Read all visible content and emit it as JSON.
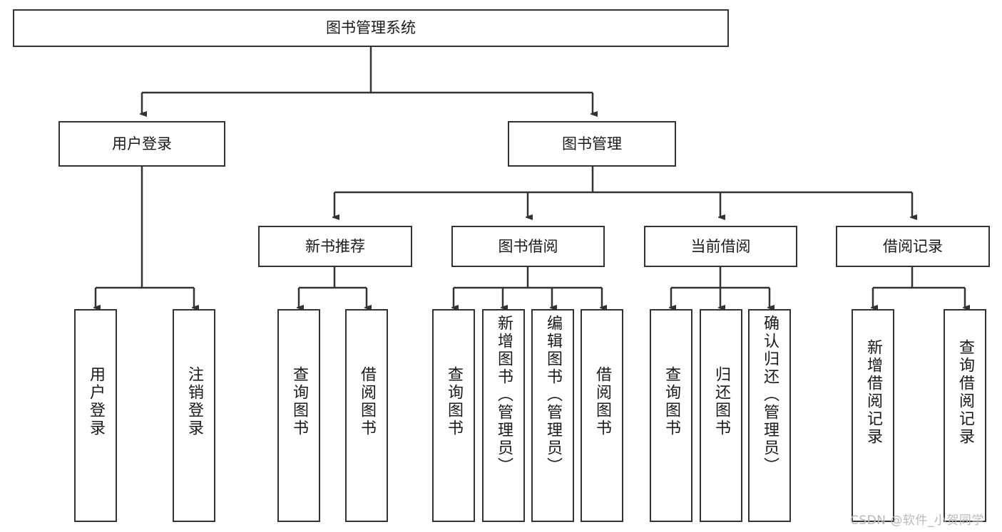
{
  "diagram": {
    "title": "图书管理系统",
    "type": "hierarchy-tree",
    "root": {
      "id": "root",
      "label": "图书管理系统"
    },
    "level2": [
      {
        "id": "user-login",
        "label": "用户登录"
      },
      {
        "id": "book-manage",
        "label": "图书管理"
      }
    ],
    "level3": [
      {
        "id": "new-book-rec",
        "label": "新书推荐",
        "parent": "book-manage"
      },
      {
        "id": "book-borrow",
        "label": "图书借阅",
        "parent": "book-manage"
      },
      {
        "id": "current-borrow",
        "label": "当前借阅",
        "parent": "book-manage"
      },
      {
        "id": "borrow-record",
        "label": "借阅记录",
        "parent": "book-manage"
      }
    ],
    "leaves": [
      {
        "id": "leaf-user-login",
        "label": "用户登录",
        "parent": "user-login"
      },
      {
        "id": "leaf-user-logout",
        "label": "注销登录",
        "parent": "user-login"
      },
      {
        "id": "leaf-query-book-1",
        "label": "查询图书",
        "parent": "new-book-rec"
      },
      {
        "id": "leaf-borrow-book-1",
        "label": "借阅图书",
        "parent": "new-book-rec"
      },
      {
        "id": "leaf-query-book-2",
        "label": "查询图书",
        "parent": "book-borrow"
      },
      {
        "id": "leaf-add-book",
        "label": "新增图书（管理员）",
        "parent": "book-borrow"
      },
      {
        "id": "leaf-edit-book",
        "label": "编辑图书（管理员）",
        "parent": "book-borrow"
      },
      {
        "id": "leaf-borrow-book-2",
        "label": "借阅图书",
        "parent": "book-borrow"
      },
      {
        "id": "leaf-query-book-3",
        "label": "查询图书",
        "parent": "current-borrow"
      },
      {
        "id": "leaf-return-book",
        "label": "归还图书",
        "parent": "current-borrow"
      },
      {
        "id": "leaf-confirm-return",
        "label": "确认归还（管理员）",
        "parent": "current-borrow"
      },
      {
        "id": "leaf-add-record",
        "label": "新增借阅记录",
        "parent": "borrow-record"
      },
      {
        "id": "leaf-query-record",
        "label": "查询借阅记录",
        "parent": "borrow-record"
      }
    ],
    "watermark": "CSDN @软件_小贺同学",
    "colors": {
      "stroke": "#333333",
      "fill": "#ffffff",
      "text": "#1a1a1a",
      "watermark": "#b9b9b9"
    }
  }
}
